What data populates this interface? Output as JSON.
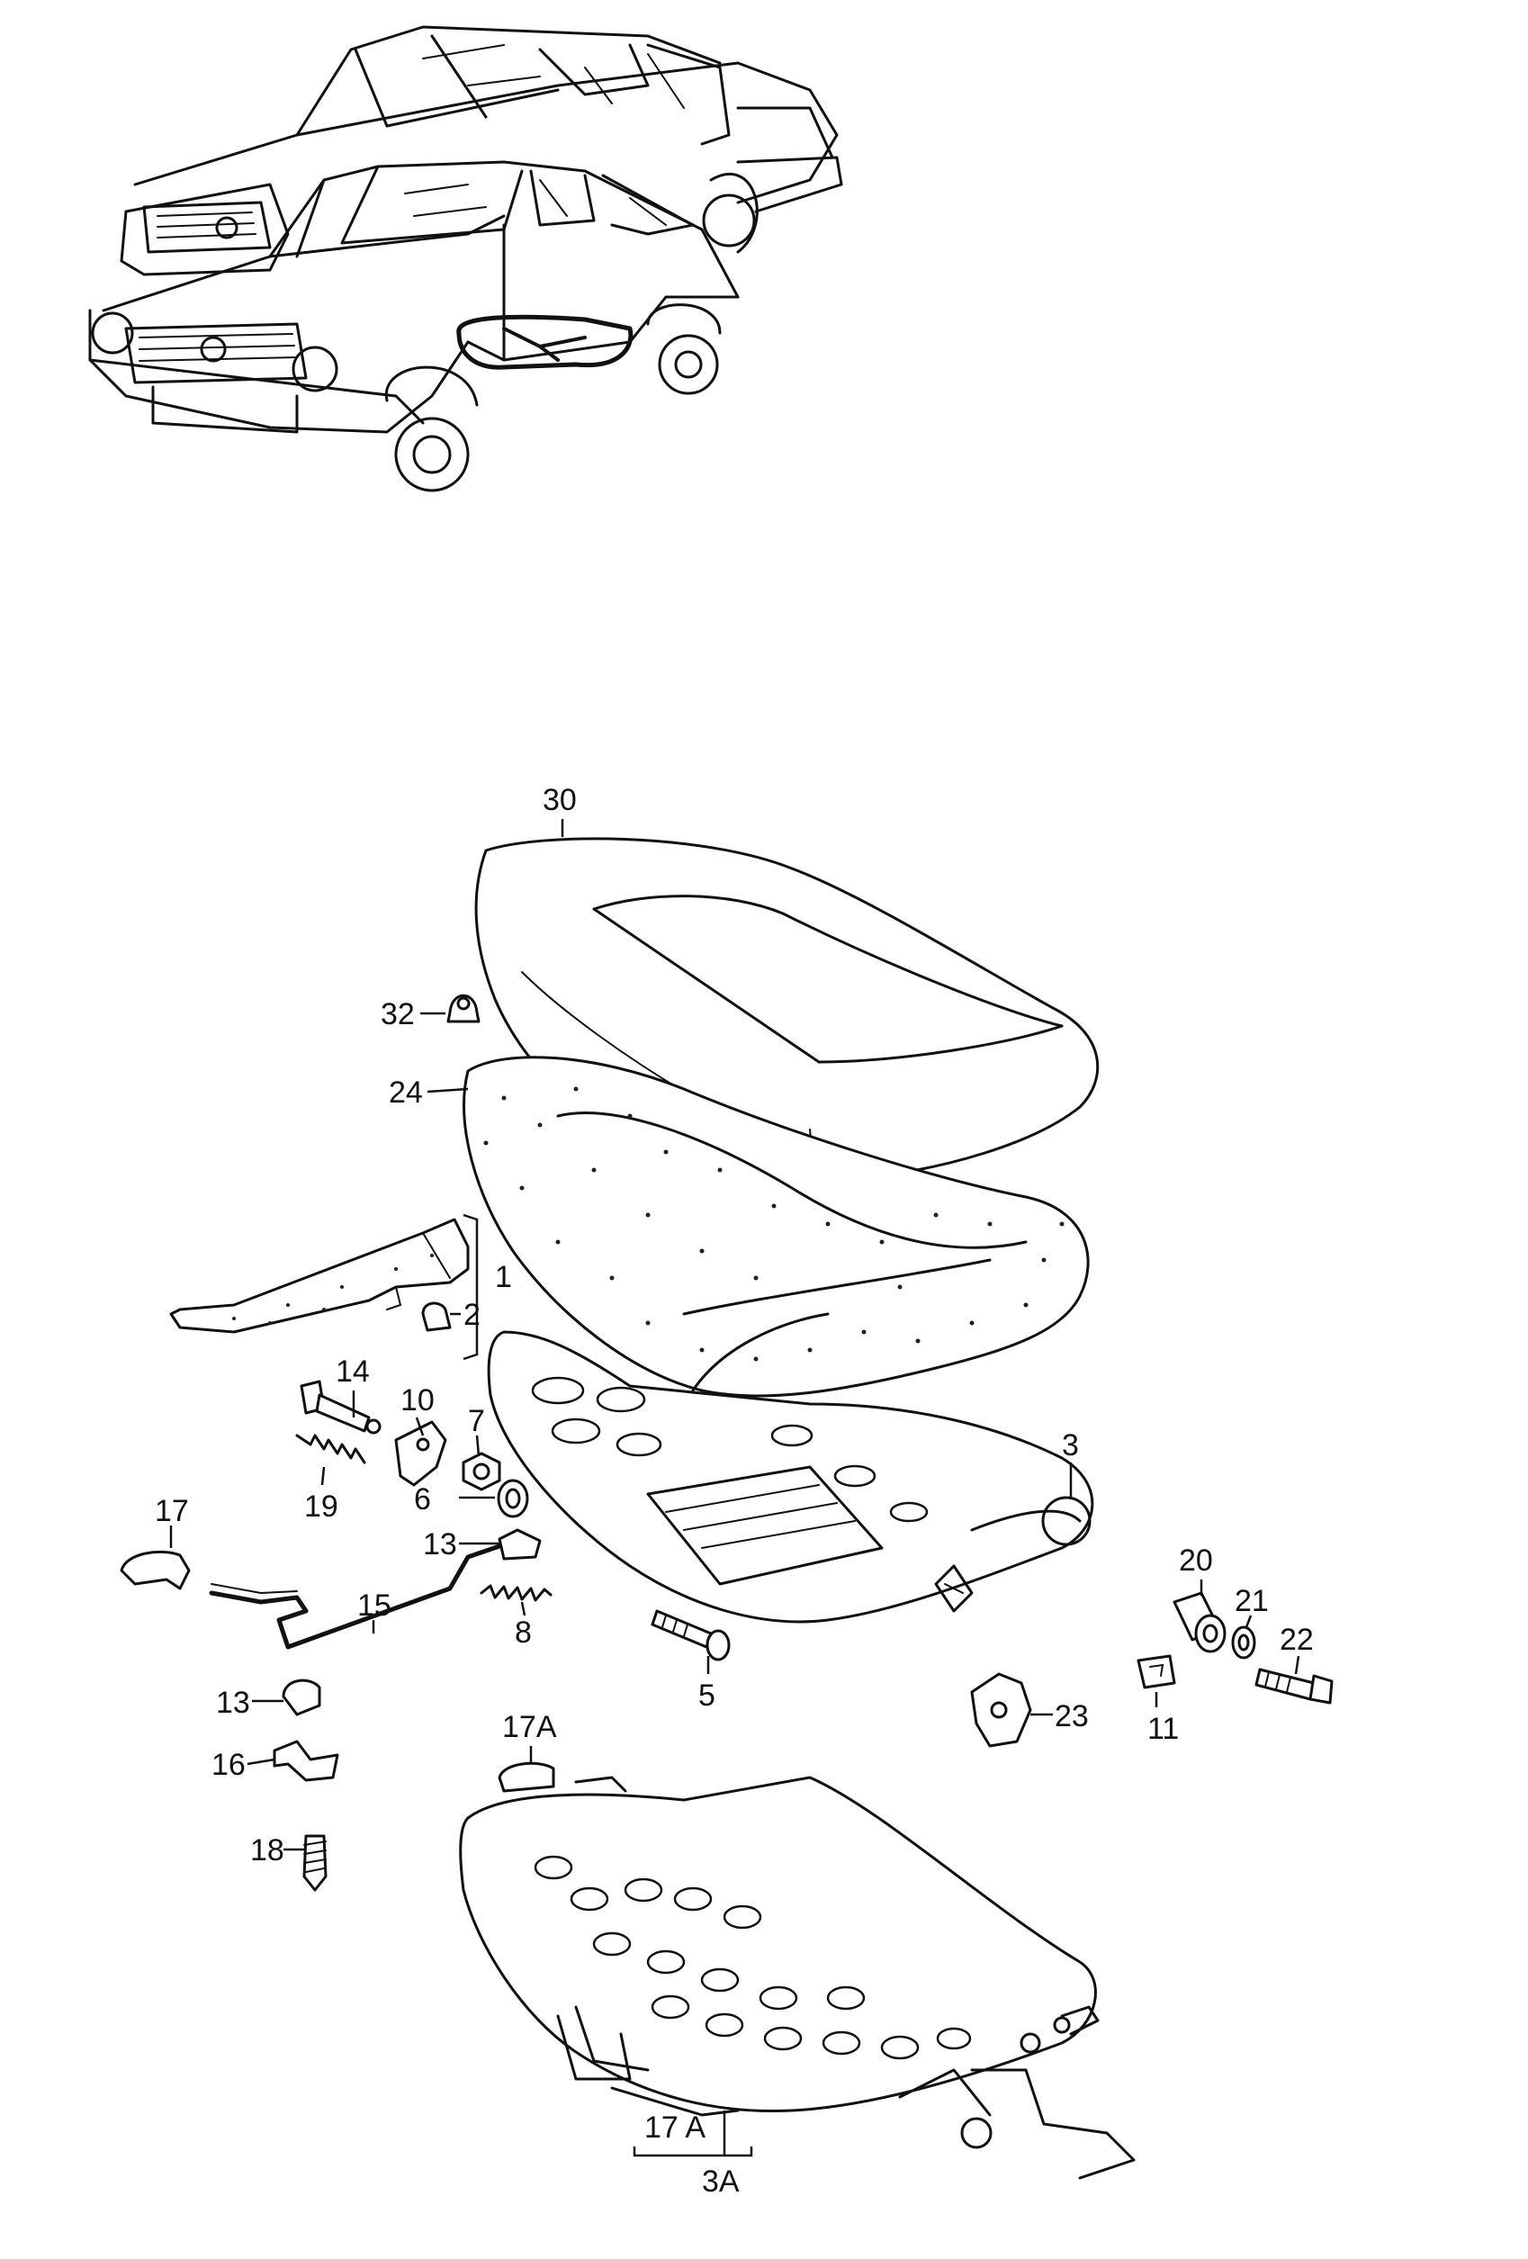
{
  "labels": {
    "l30": "30",
    "l32": "32",
    "l24": "24",
    "l1": "1",
    "l2": "2",
    "l14": "14",
    "l10": "10",
    "l7": "7",
    "l19": "19",
    "l6": "6",
    "l3": "3",
    "l17": "17",
    "l13a": "13",
    "l15": "15",
    "l8": "8",
    "l20": "20",
    "l21": "21",
    "l22": "22",
    "l13b": "13",
    "l5": "5",
    "l23": "23",
    "l11": "11",
    "l16": "16",
    "l17A_top": "17A",
    "l18": "18",
    "l17A_bottom": "17 A",
    "l3A": "3A"
  }
}
